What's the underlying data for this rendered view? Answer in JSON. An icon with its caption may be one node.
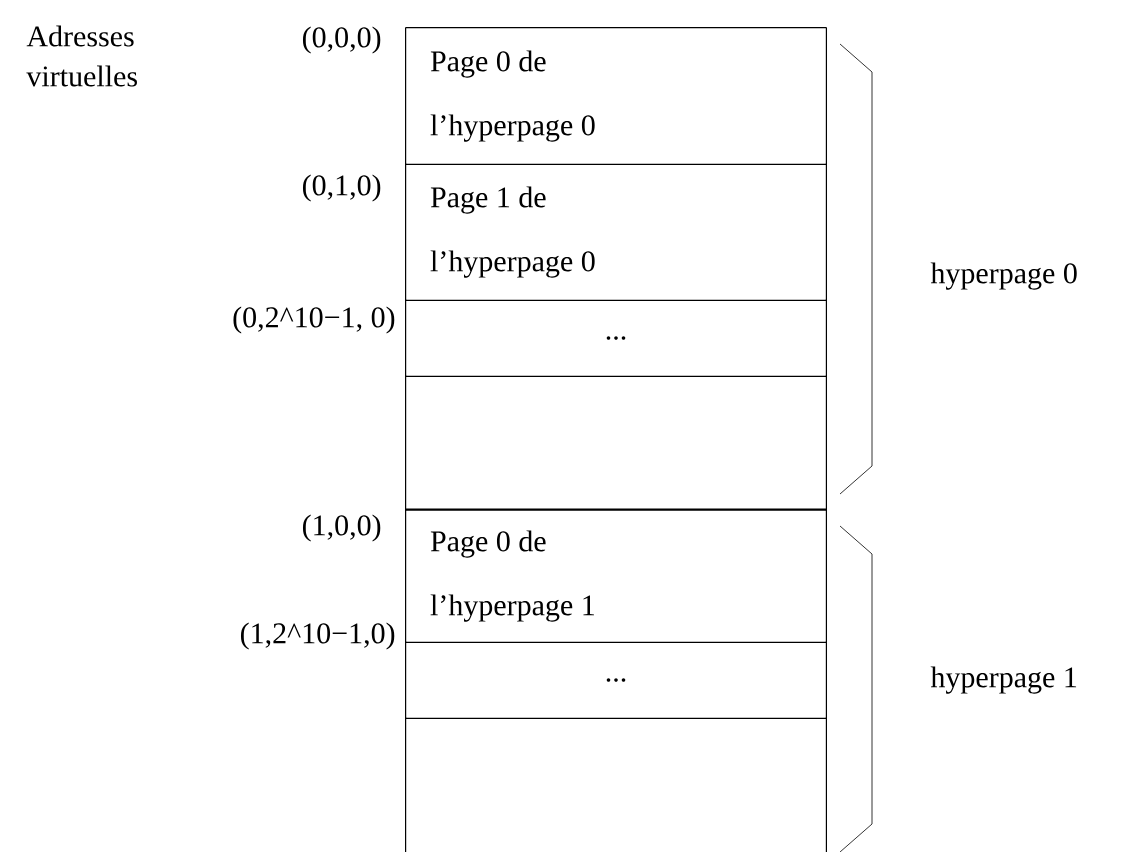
{
  "diagram": {
    "nodes": [
      {
        "text": [
          "Page 0 de l’hyperpage 0"
        ]
      },
      {
        "text": [
          "Page 1 de l’hyperpage 0"
        ]
      },
      {
        "text": [
          "..."
        ]
      },
      {
        "text": [],
        "shape": "box"
      },
      {
        "text": [
          "Page 0 de l’hyperpage 1"
        ]
      },
      {
        "text": [
          "..."
        ]
      },
      {
        "text": [],
        "shape": "box"
      }
    ],
    "labels": [
      "Adresses virtuelles",
      "(0,0,0)",
      "(0,1,0)",
      "(0,2^10−1, 0)",
      "hyperpage 0",
      "(1,0,0)",
      "(1,2^10−1,0)",
      "hyperpage 1"
    ]
  }
}
